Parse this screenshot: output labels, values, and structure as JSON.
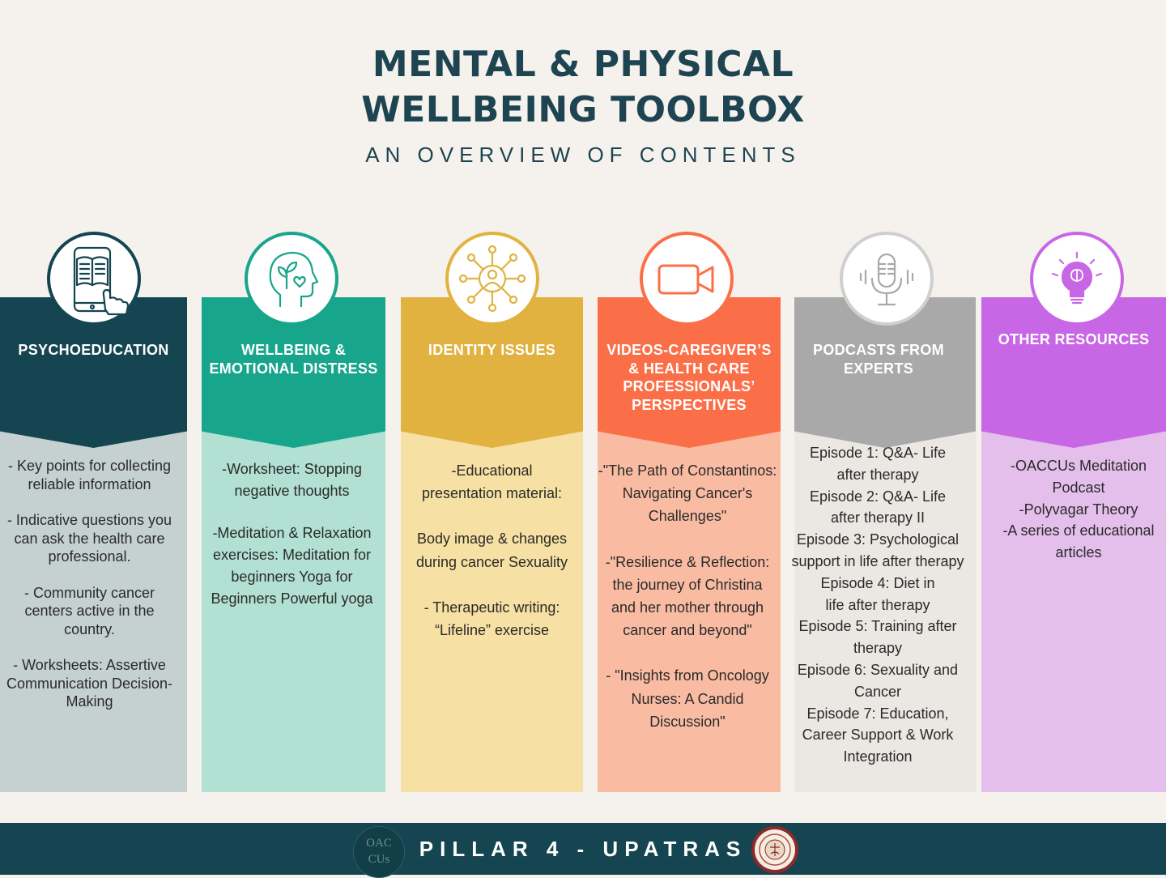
{
  "header": {
    "title_line1": "MENTAL & PHYSICAL",
    "title_line2": "WELLBEING TOOLBOX",
    "subtitle": "AN OVERVIEW OF CONTENTS"
  },
  "columns": [
    {
      "icon": "tablet-reading-icon",
      "header_color": "#154550",
      "body_color": "#c5d1d1",
      "title": [
        "PSYCHOEDUCATION"
      ],
      "items": [
        "- Key points for collecting reliable information",
        "- Indicative questions you can ask the health care professional.",
        "- Community cancer centers active in the country.",
        "- Worksheets: Assertive Communication Decision-Making"
      ]
    },
    {
      "icon": "head-plant-heart-icon",
      "header_color": "#17a58b",
      "body_color": "#b2e0d2",
      "title": [
        "WELLBEING &",
        "EMOTIONAL DISTRESS"
      ],
      "items": [
        "-Worksheet: Stopping negative thoughts",
        "-Meditation & Relaxation exercises: Meditation for beginners Yoga for Beginners Powerful yoga"
      ]
    },
    {
      "icon": "person-network-icon",
      "header_color": "#e1b240",
      "body_color": "#f6e0a3",
      "title": [
        "IDENTITY ISSUES"
      ],
      "items": [
        "-Educational presentation material:",
        "Body image & changes during cancer Sexuality",
        "- Therapeutic writing: “Lifeline” exercise"
      ]
    },
    {
      "icon": "video-camera-icon",
      "header_color": "#fb6f48",
      "body_color": "#f9bca3",
      "title": [
        "VIDEOS-CAREGIVER’S",
        "& HEALTH CARE",
        "PROFESSIONALS’",
        "PERSPECTIVES"
      ],
      "items": [
        "-\"The Path of Constantinos: Navigating Cancer's Challenges\"",
        "-\"Resilience & Reflection: the journey of Christina and her mother through cancer and beyond\"",
        "- \"Insights from Oncology Nurses: A Candid Discussion\""
      ]
    },
    {
      "icon": "microphone-icon",
      "header_color": "#a9a9a9",
      "body_color": "#ebe7e3",
      "title": [
        "PODCASTS FROM",
        "EXPERTS"
      ],
      "items": [
        "Episode 1: Q&A- Life after therapy",
        "Episode 2: Q&A- Life after therapy II",
        "Episode 3: Psychological support in life after therapy",
        "Episode 4: Diet in life after therapy",
        "Episode 5: Training after therapy",
        "Episode 6: Sexuality and Cancer",
        "Episode 7: Education, Career Support & Work Integration"
      ]
    },
    {
      "icon": "lightbulb-brain-icon",
      "header_color": "#c867e6",
      "body_color": "#e4bfeb",
      "title": [
        "OTHER RESOURCES"
      ],
      "items": [
        "-OACCUs Meditation Podcast",
        "-Polyvagar Theory",
        "-A series of educational articles"
      ]
    }
  ],
  "footer": {
    "text": "PILLAR 4 - UPATRAS",
    "logo_left_line1": "OAC",
    "logo_left_line2": "CUs"
  }
}
